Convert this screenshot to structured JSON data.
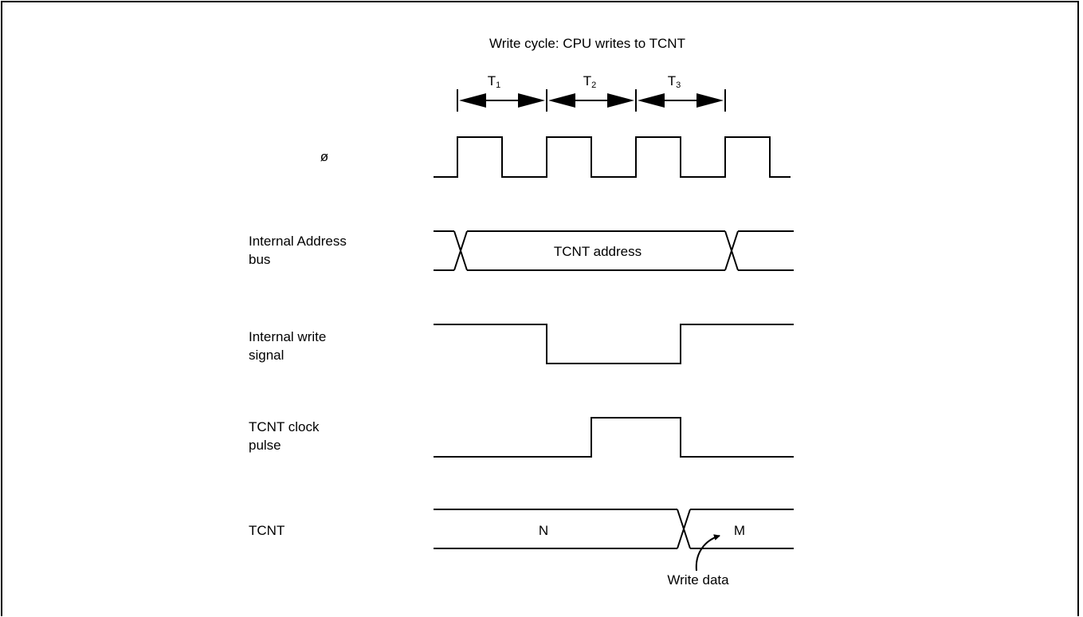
{
  "title": "Write cycle: CPU writes to TCNT",
  "states": [
    {
      "base": "T",
      "sub": "1"
    },
    {
      "base": "T",
      "sub": "2"
    },
    {
      "base": "T",
      "sub": "3"
    }
  ],
  "signals": {
    "clock": {
      "label": "ø"
    },
    "address": {
      "label_line1": "Internal Address",
      "label_line2": "bus",
      "value": "TCNT address"
    },
    "write": {
      "label_line1": "Internal write",
      "label_line2": "signal"
    },
    "clock_pulse": {
      "label_line1": "TCNT clock",
      "label_line2": "pulse"
    },
    "tcnt": {
      "label": "TCNT",
      "old_value": "N",
      "new_value": "M"
    }
  },
  "annotation": {
    "write_data": "Write data"
  },
  "colors": {
    "line": "#000000",
    "background": "#ffffff"
  }
}
